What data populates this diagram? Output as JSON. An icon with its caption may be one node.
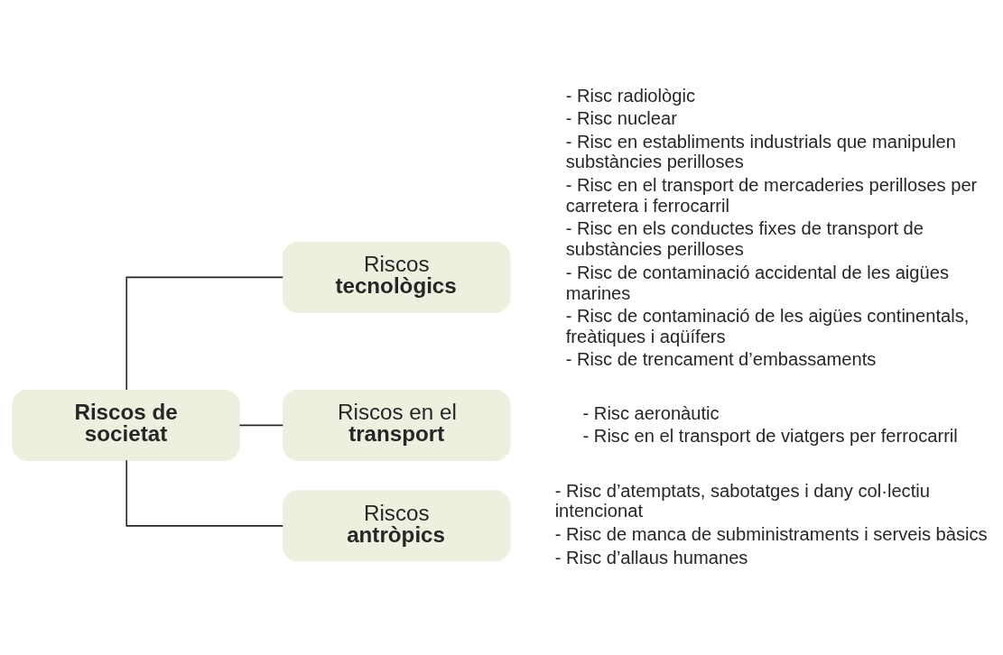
{
  "diagram": {
    "nodes": [
      {
        "text": [
          "Riscos de societat"
        ]
      },
      {
        "text": [
          "Riscos **tecnològics**"
        ],
        "beside": [
          "- Risc radiològic",
          "- Risc nuclear",
          "- Risc en establiments industrials que manipulen substàncies perilloses",
          "- Risc en el transport de mercaderies perilloses per carretera i ferrocarril",
          "- Risc en els conductes fixes de transport de substàncies perilloses",
          "- Risc de contaminació accidental de les aigües marines",
          "- Risc de contaminació de les aigües continentals, freàtiques i aqüífers",
          "- Risc de trencament d’embassaments"
        ]
      },
      {
        "text": [
          "Riscos en el **transport**"
        ],
        "beside": [
          "- Risc aeronàutic",
          "- Risc en el transport de viatgers per ferrocarril"
        ]
      },
      {
        "text": [
          "Riscos **antròpics**"
        ],
        "beside": [
          "- Risc d’atemptats, sabotatges i dany col·lectiu intencionat",
          "- Risc de manca de subministraments i serveis bàsics",
          "- Risc d’allaus humanes"
        ]
      }
    ],
    "edges": [
      {
        "from": 0,
        "to": 1,
        "arrow": "none"
      },
      {
        "from": 0,
        "to": 2,
        "arrow": "none"
      },
      {
        "from": 0,
        "to": 3,
        "arrow": "none"
      }
    ]
  }
}
